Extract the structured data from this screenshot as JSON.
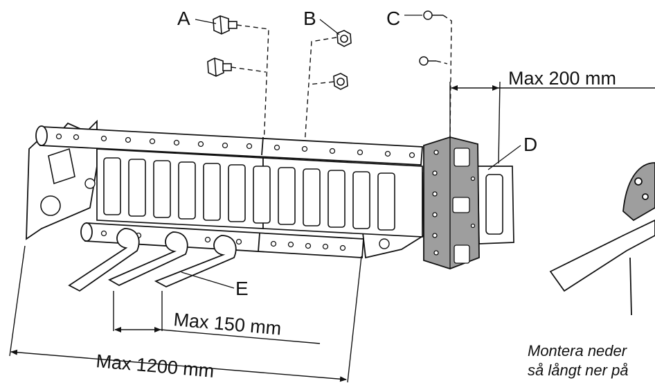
{
  "callouts": {
    "a": "A",
    "b": "B",
    "c": "C",
    "d": "D",
    "e": "E"
  },
  "dimensions": {
    "max_200": "Max 200 mm",
    "max_150": "Max 150 mm",
    "max_1200": "Max 1200 mm"
  },
  "note": {
    "line1": "Montera neder",
    "line2": "så långt ner på"
  },
  "colors": {
    "line": "#111111",
    "plate_fill": "#9e9e9e",
    "part_fill": "#ffffff"
  }
}
